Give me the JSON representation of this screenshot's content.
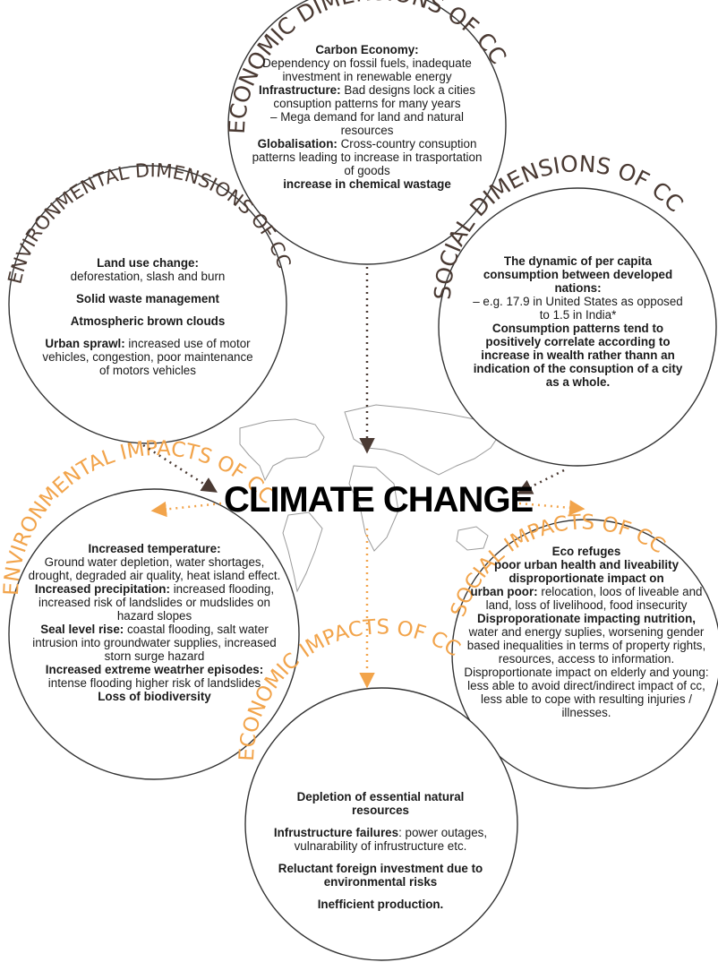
{
  "title": "CLIMATE CHANGE",
  "colors": {
    "cause": "#4a3a33",
    "impact": "#f2a44b",
    "circle": "#333333"
  },
  "circles": {
    "economic_dimensions": {
      "heading": "ECONOMIC DIMENSIONS OF CC",
      "items": [
        {
          "bold": "Carbon Economy:",
          "text": "Dependency on fossil fuels, inadequate investment in renewable energy"
        },
        {
          "bold": "Infrastructure:",
          "text": "Bad designs lock a cities consuption patterns for many years"
        },
        {
          "bold": "",
          "text": "– Mega demand for land and natural resources"
        },
        {
          "bold": "Globalisation:",
          "text": "Cross-country consuption patterns leading to increase in trasportation of goods"
        },
        {
          "bold": "increase in chemical wastage",
          "text": ""
        }
      ]
    },
    "environmental_dimensions": {
      "heading": "ENVIRONMENTAL DIMENSIONS OF CC",
      "items": [
        {
          "bold": "Land use change:",
          "text": "deforestation, slash and burn"
        },
        {
          "bold": "Solid waste management",
          "text": ""
        },
        {
          "bold": "Atmospheric brown clouds",
          "text": ""
        },
        {
          "bold": "Urban sprawl:",
          "text": "increased use of motor vehicles, congestion, poor maintenance of motors vehicles"
        }
      ]
    },
    "social_dimensions": {
      "heading": "SOCIAL DIMENSIONS OF CC",
      "items": [
        {
          "bold": "The dynamic of per capita consumption between developed nations:",
          "text": ""
        },
        {
          "bold": "",
          "text": "– e.g. 17.9 in United States as opposed to 1.5 in India*"
        },
        {
          "bold": "Consumption patterns tend to positively correlate according to increase in wealth rather thann an indication of the consuption of a city as a whole.",
          "text": ""
        }
      ]
    },
    "environmental_impacts": {
      "heading": "ENVIRONMENTAL IMPACTS OF CC",
      "items": [
        {
          "bold": "Increased temperature:",
          "text": "Ground water depletion, water shortages, drought, degraded air quality, heat island effect."
        },
        {
          "bold": "Increased precipitation:",
          "text": "increased flooding, increased risk of landslides or mudslides on hazard slopes"
        },
        {
          "bold": "Seal level rise:",
          "text": "coastal flooding, salt water intrusion into groundwater supplies, increased storn surge hazard"
        },
        {
          "bold": "Increased extreme weatrher episodes:",
          "text": "intense flooding higher risk of landslides"
        },
        {
          "bold": "Loss of biodiversity",
          "text": ""
        }
      ]
    },
    "social_impacts": {
      "heading": "SOCIAL IMPACTS OF CC",
      "items": [
        {
          "bold": "Eco refuges",
          "text": ""
        },
        {
          "bold": "poor urban health and liveability disproportionate impact on",
          "text": ""
        },
        {
          "bold": "urban poor:",
          "text": "relocation, loos of liveable and land, loss of livelihood, food insecurity"
        },
        {
          "bold": "Disproporationate impacting nutrition,",
          "text": "water and energy suplies, worsening gender based inequalities in terms of property rights, resources, access to information."
        },
        {
          "bold": "",
          "text": "Disproportionate impact on elderly and young: less able to avoid direct/indirect impact of cc, less able to cope with resulting injuries / illnesses."
        }
      ]
    },
    "economic_impacts": {
      "heading": "ECONOMIC IMPACTS OF CC",
      "items": [
        {
          "bold": "Depletion of essential natural resources",
          "text": ""
        },
        {
          "bold": "Infrustructure failures",
          "text": ": power outages, vulnarability of infrustructure etc."
        },
        {
          "bold": "Reluctant foreign investment due to environmental risks",
          "text": ""
        },
        {
          "bold": "Inefficient production.",
          "text": ""
        }
      ]
    }
  }
}
